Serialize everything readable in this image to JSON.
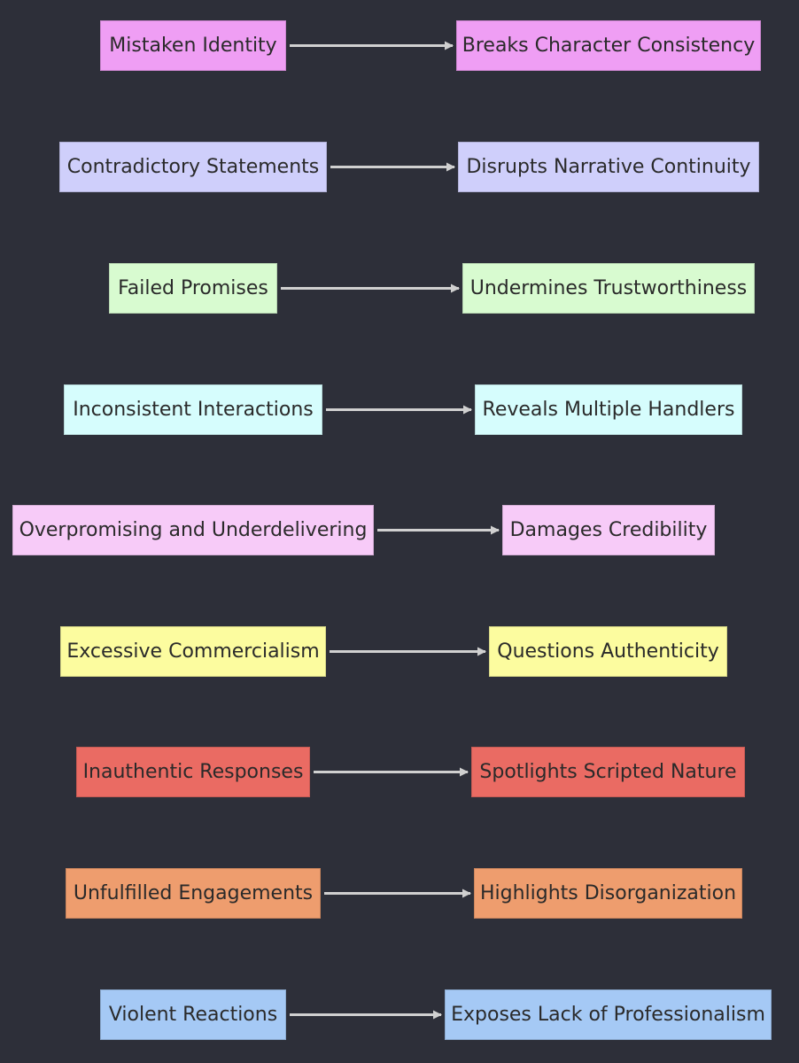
{
  "diagram": {
    "rows": [
      {
        "cause": "Mistaken Identity",
        "effect": "Breaks Character Consistency",
        "color": "#ef9ef4"
      },
      {
        "cause": "Contradictory Statements",
        "effect": "Disrupts Narrative Continuity",
        "color": "#cfcffb"
      },
      {
        "cause": "Failed Promises",
        "effect": "Undermines Trustworthiness",
        "color": "#d8fbd0"
      },
      {
        "cause": "Inconsistent Interactions",
        "effect": "Reveals Multiple Handlers",
        "color": "#d6fdfd"
      },
      {
        "cause": "Overpromising and Underdelivering",
        "effect": "Damages Credibility",
        "color": "#f7cbf8"
      },
      {
        "cause": "Excessive Commercialism",
        "effect": "Questions Authenticity",
        "color": "#fcfc9f"
      },
      {
        "cause": "Inauthentic Responses",
        "effect": "Spotlights Scripted Nature",
        "color": "#ea6b63"
      },
      {
        "cause": "Unfulfilled Engagements",
        "effect": "Highlights Disorganization",
        "color": "#ee9d6e"
      },
      {
        "cause": "Violent Reactions",
        "effect": "Exposes Lack of Professionalism",
        "color": "#a5c9f5"
      }
    ],
    "edge_color": "#d0d0d0"
  }
}
